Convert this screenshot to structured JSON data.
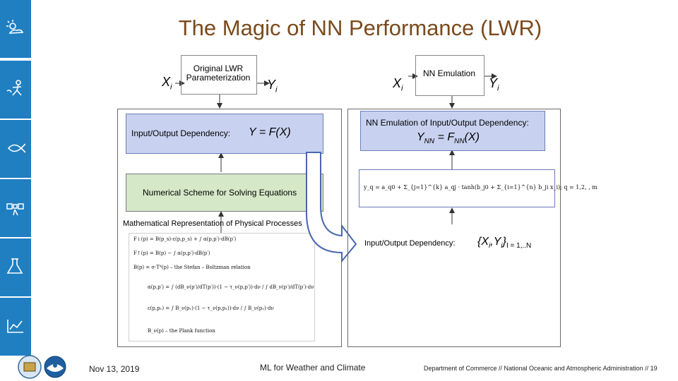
{
  "title": "The Magic of NN Performance (LWR)",
  "sidebar": {
    "icons": [
      "weather-icon",
      "stick-figure-icon",
      "fish-icon",
      "satellite-icon",
      "flask-icon",
      "chart-icon"
    ],
    "color": "#1f7fc1"
  },
  "left": {
    "input_var": "X",
    "input_sub": "i",
    "box_label": "Original LWR Parameterization",
    "output_var": "Y",
    "output_sub": "i",
    "dependency_label": "Input/Output Dependency:",
    "dependency_formula": "Y = F(X)",
    "scheme_label": "Numerical Scheme for Solving Equations",
    "math_label": "Mathematical Representation of Physical Processes"
  },
  "right": {
    "input_var": "X",
    "input_sub": "i",
    "box_label": "NN Emulation",
    "output_var": "Y",
    "output_sub": "i",
    "nn_dependency_label": "NN Emulation of Input/Output Dependency:",
    "nn_formula_y": "Y",
    "nn_formula_sub1": "NN",
    "nn_formula_mid": " = F",
    "nn_formula_sub2": "NN",
    "nn_formula_end": "(X)",
    "dependency_label": "Input/Output Dependency:",
    "dep_set": "{X",
    "dep_set_i": "i",
    "dep_set_y": ",Y",
    "dep_set_i2": "i",
    "dep_set_close": "}",
    "dep_range": "I = 1,..N"
  },
  "equations": {
    "nn": "y_q = a_q0 + Σ_{j=1}^{k} a_qj · tanh(b_j0 + Σ_{i=1}^{n} b_ji x_i);   q = 1,2, , m",
    "flux1": "F↓(p) = B(p_s)·ε(p,p_s) + ∫ α(p,p′)·dB(p′)",
    "flux2": "F↑(p) = B(p) − ∫ α(p,p′)·dB(p′)",
    "stefan": "B(p) = σ·T⁴(p) – the Stefan – Boltzman relation",
    "alpha": "α(p,p′) = ∫ (dB_ν(p′)/dT(p′))·(1 − τ_ν(p,p′))·dν / ∫ dB_ν(p′)/dT(p′)·dν",
    "eps": "ε(p,p₁) = ∫ B_ν(p₁)·(1 − τ_ν(p,p₁))·dν / ∫ B_ν(p₁)·dν",
    "planck": "B_ν(p) – the Plank function"
  },
  "footer": {
    "date": "Nov 13, 2019",
    "center": "ML for Weather and Climate",
    "right": "Department of Commerce // National Oceanic and Atmospheric Administration // 19"
  },
  "logos": [
    "commerce-seal",
    "noaa-logo"
  ],
  "colors": {
    "title": "#7a4a1c",
    "box_fill": "#c8d2f0",
    "green_fill": "#d5e8c8",
    "arrow": "#4a66b0"
  }
}
